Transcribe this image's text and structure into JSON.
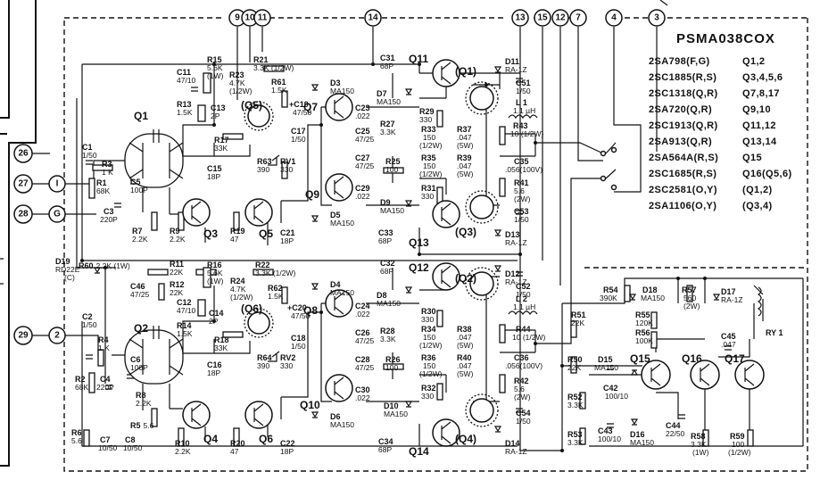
{
  "title": "PSMA038COX",
  "transistor_table": [
    {
      "type": "2SA798(F,G)",
      "ref": "Q1,2"
    },
    {
      "type": "2SC1885(R,S)",
      "ref": "Q3,4,5,6"
    },
    {
      "type": "2SC1318(Q,R)",
      "ref": "Q7,8,17"
    },
    {
      "type": "2SA720(Q,R)",
      "ref": "Q9,10"
    },
    {
      "type": "2SC1913(Q,R)",
      "ref": "Q11,12"
    },
    {
      "type": "2SA913(Q,R)",
      "ref": "Q13,14"
    },
    {
      "type": "2SA564A(R,S)",
      "ref": "Q15"
    },
    {
      "type": "2SC1685(R,S)",
      "ref": "Q16(Q5,6)"
    },
    {
      "type": "2SC2581(O,Y)",
      "ref": "(Q1,2)"
    },
    {
      "type": "2SA1106(O,Y)",
      "ref": "(Q3,4)"
    }
  ],
  "terminals_top": [
    "9",
    "10",
    "11",
    "14",
    "13",
    "15",
    "12",
    "7",
    "4",
    "3"
  ],
  "terminals_left_outer": [
    "26",
    "27",
    "28",
    "29"
  ],
  "terminals_left_inner": [
    "I",
    "G",
    "2"
  ],
  "transistors": {
    "q1": "Q1",
    "q2": "Q2",
    "q3": "Q3",
    "q4": "Q4",
    "q5": "Q5",
    "q6": "Q6",
    "q7": "Q7",
    "q8": "Q8",
    "q9": "Q9",
    "q10": "Q10",
    "q11": "Q11",
    "q12": "Q12",
    "q13": "Q13",
    "q14": "Q14",
    "q15": "Q15",
    "q16": "Q16",
    "q17": "Q17",
    "q5p": "(Q5)",
    "q6p": "(Q6)",
    "q1p": "(Q1)",
    "q2p": "(Q2)",
    "q3p": "(Q3)",
    "q4p": "(Q4)"
  },
  "relay": "RY 1",
  "upper": {
    "R15": [
      "R15",
      "5.6K",
      "(1W)"
    ],
    "R23": [
      "R23",
      "4.7K",
      "(1/2W)"
    ],
    "R21": [
      "R21",
      "3.3K (1/2W)"
    ],
    "C11": [
      "C11",
      "47/10"
    ],
    "R13": [
      "R13",
      "1.5K"
    ],
    "C13": [
      "C13",
      "2P"
    ],
    "R61": [
      "R61",
      "1.5K"
    ],
    "C19": [
      "+C19",
      "47/50"
    ],
    "D3": [
      "D3",
      "MA150"
    ],
    "D7": [
      "D7",
      "MA150"
    ],
    "C23": [
      "C23",
      ".022"
    ],
    "C31": [
      "C31",
      "68P"
    ],
    "R29": [
      "R29",
      "330"
    ],
    "D11": [
      "D11",
      "RA-1Z"
    ],
    "C51": [
      "C51",
      "1/50"
    ],
    "L1": [
      "L 1",
      "1.1 µH"
    ],
    "R17": [
      "R17",
      "33K"
    ],
    "C17": [
      "C17",
      "1/50"
    ],
    "C25": [
      "C25",
      "47/25"
    ],
    "R27": [
      "R27",
      "3.3K"
    ],
    "R33": [
      "R33",
      "150",
      "(1/2W)"
    ],
    "R37": [
      "R37",
      ".047",
      "(5W)"
    ],
    "R43": [
      "R43",
      "10 (1/2W)"
    ],
    "C1": [
      "C1",
      "1/50"
    ],
    "R3": [
      "R3",
      "1 K"
    ],
    "R1": [
      "R1",
      "68K"
    ],
    "C5": [
      "C5",
      "100P"
    ],
    "C15": [
      "C15",
      "18P"
    ],
    "R63": [
      "R63",
      "390"
    ],
    "RV1": [
      "RV1",
      "330"
    ],
    "C27": [
      "C27",
      "47/25"
    ],
    "R25": [
      "R25",
      "100"
    ],
    "R35": [
      "R35",
      "150",
      "(1/2W)"
    ],
    "R39": [
      "R39",
      ".047",
      "(5W)"
    ],
    "C35": [
      "C35",
      ".056(100V)"
    ],
    "D19": [
      "D19",
      "RD22E",
      "(C)"
    ],
    "C3": [
      "C3",
      "220P"
    ],
    "C29": [
      "C29",
      ".022"
    ],
    "R31": [
      "R31",
      "330"
    ],
    "R41": [
      "R41",
      "5.6",
      "(2W)"
    ],
    "D9": [
      "D9",
      "MA150"
    ],
    "D5": [
      "D5",
      "MA150"
    ],
    "C53": [
      "C53",
      "1/50"
    ],
    "R7": [
      "R7",
      "2.2K"
    ],
    "R9": [
      "R9",
      "2.2K"
    ],
    "R19": [
      "R19",
      "47"
    ],
    "C21": [
      "C21",
      "18P"
    ],
    "C33": [
      "C33",
      "68P"
    ],
    "D13": [
      "D13",
      "RA-1Z"
    ]
  },
  "lower": {
    "R60": [
      "R60",
      "2.2K (1W)"
    ],
    "R11": [
      "R11",
      "22K"
    ],
    "R16": [
      "R16",
      "5.6K",
      "(1W)"
    ],
    "R22": [
      "R22",
      "3.3K (1/2W)"
    ],
    "R24": [
      "R24",
      "4.7K",
      "(1/2W)"
    ],
    "C46": [
      "C46",
      "47/25"
    ],
    "R12": [
      "R12",
      "22K"
    ],
    "C12": [
      "C12",
      "47/10"
    ],
    "R62": [
      "R62",
      "1.5K"
    ],
    "C20": [
      "+C20",
      "47/50"
    ],
    "D4": [
      "D4",
      "MA150"
    ],
    "D8": [
      "D8",
      "MA150"
    ],
    "C24": [
      "C24",
      ".022"
    ],
    "C32": [
      "C32",
      "68P"
    ],
    "D12": [
      "D12",
      "RA-1Z"
    ],
    "C52": [
      "C52",
      "1/50"
    ],
    "C2": [
      "C2",
      "1/50"
    ],
    "C14": [
      "C14",
      "2P"
    ],
    "R14": [
      "R14",
      "1.5K"
    ],
    "R18": [
      "R18",
      "33K"
    ],
    "R30": [
      "R30",
      "330"
    ],
    "L2": [
      "L 2",
      "1.1 µH"
    ],
    "R4": [
      "R4",
      "1 K"
    ],
    "C18": [
      "C18",
      "1/50"
    ],
    "C26": [
      "C26",
      "47/25"
    ],
    "R28": [
      "R28",
      "3.3K"
    ],
    "R34": [
      "R34",
      "150",
      "(1/2W)"
    ],
    "R38": [
      "R38",
      ".047",
      "(5W)"
    ],
    "R44": [
      "R44",
      "10 (1/2W)"
    ],
    "C6": [
      "C6",
      "100P"
    ],
    "C16": [
      "C16",
      "18P"
    ],
    "R64": [
      "R64",
      "390"
    ],
    "RV2": [
      "RV2",
      "330"
    ],
    "C28": [
      "C28",
      "47/25"
    ],
    "R26": [
      "R26",
      "100"
    ],
    "R36": [
      "R36",
      "150",
      "(1/2W)"
    ],
    "R40": [
      "R40",
      ".047",
      "(5W)"
    ],
    "C36": [
      "C36",
      ".056(100V)"
    ],
    "R2": [
      "R2",
      "68K"
    ],
    "C4": [
      "C4",
      "220P"
    ],
    "R8": [
      "R8",
      "2.2K"
    ],
    "C30": [
      "C30",
      ".022"
    ],
    "R32": [
      "R32",
      "330"
    ],
    "R42": [
      "R42",
      "5.6",
      "(2W)"
    ],
    "D10": [
      "D10",
      "MA150"
    ],
    "D6": [
      "D6",
      "MA150"
    ],
    "C54": [
      "C54",
      "1/50"
    ],
    "R6": [
      "R6",
      "5.6"
    ],
    "R5": [
      "R5",
      "5.6"
    ],
    "C7": [
      "C7",
      "10/50"
    ],
    "C8": [
      "C8",
      "10/50"
    ],
    "R10": [
      "R10",
      "2.2K"
    ],
    "R20": [
      "R20",
      "47"
    ],
    "C22": [
      "C22",
      "18P"
    ],
    "C34": [
      "C34",
      "68P"
    ],
    "D14": [
      "D14",
      "RA-1Z"
    ]
  },
  "protection": {
    "R54": [
      "R54",
      "390K"
    ],
    "D18": [
      "D18",
      "MA150"
    ],
    "R57": [
      "R57",
      "560",
      "(2W)"
    ],
    "D17": [
      "D17",
      "RA-1Z"
    ],
    "R55": [
      "R55",
      "120K"
    ],
    "R56": [
      "R56",
      "100K"
    ],
    "C45": [
      "C45",
      ".047"
    ],
    "R51": [
      "R51",
      "22K"
    ],
    "R50": [
      "R50",
      "22K"
    ],
    "D15": [
      "D15",
      "MA150"
    ],
    "R52": [
      "R52",
      "3.3K"
    ],
    "C42": [
      "C42",
      "100/10"
    ],
    "C43": [
      "C43",
      "100/10"
    ],
    "D16": [
      "D16",
      "MA150"
    ],
    "R53": [
      "R53",
      "3.3K"
    ],
    "C44": [
      "C44",
      "22/50"
    ],
    "R58": [
      "R58",
      "3.3K",
      "(1W)"
    ],
    "R59": [
      "R59",
      "100",
      "(1/2W)"
    ]
  }
}
